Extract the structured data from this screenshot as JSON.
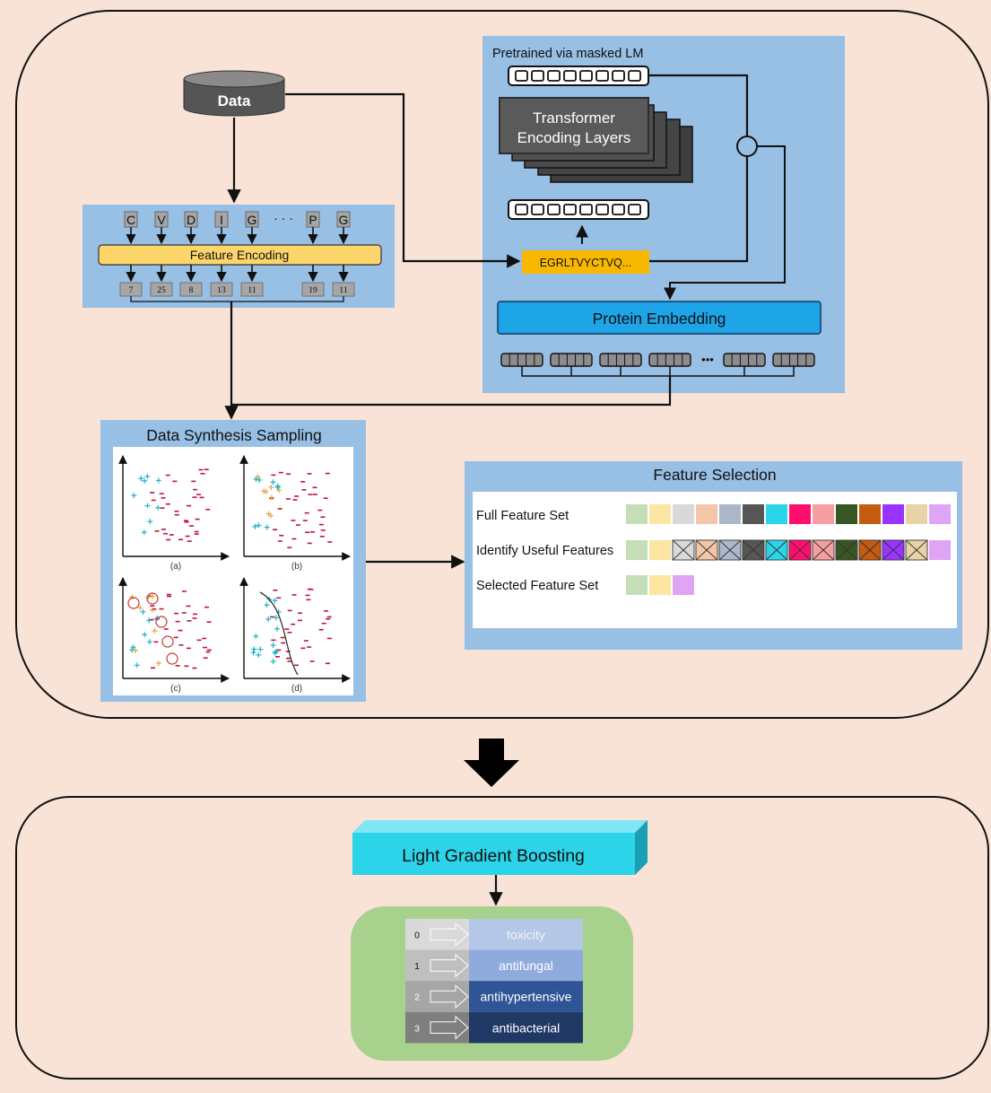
{
  "colors": {
    "background": "#f9e3d6",
    "panel_blue": "#98bfe4",
    "arrow": "#111111",
    "feature_encoding": "#fcd66a",
    "sequence_box": "#f9b800",
    "protein_embedding": "#1ea5e8",
    "lgbm": "#2cd4ea",
    "output_panel": "#a8d18e"
  },
  "data_source": {
    "label": "Data",
    "icon": "database-icon"
  },
  "pretrained": {
    "title": "Pretrained via masked LM",
    "transformer_line1": "Transformer",
    "transformer_line2": "Encoding Layers",
    "sequence": "EGRLTVYCTVQ...",
    "combine_icon": "circle-combine-icon"
  },
  "feature_encoding": {
    "label": "Feature Encoding",
    "amino_acids": [
      "C",
      "V",
      "D",
      "I",
      "G",
      "P",
      "G"
    ],
    "ellipsis": "· · ·",
    "encoded_values": [
      "7",
      "25",
      "8",
      "13",
      "11",
      "19",
      "11"
    ]
  },
  "protein_embedding": {
    "label": "Protein Embedding",
    "ellipsis": "•••"
  },
  "sampling": {
    "title": "Data Synthesis Sampling",
    "subplot_labels": [
      "(a)",
      "(b)",
      "(c)",
      "(d)"
    ]
  },
  "feature_selection": {
    "title": "Feature Selection",
    "rows": [
      {
        "label": "Full Feature Set"
      },
      {
        "label": "Identify Useful Features"
      },
      {
        "label": "Selected Feature Set"
      }
    ],
    "feature_colors": [
      "#c4dfb8",
      "#fce6a2",
      "#d9d9d9",
      "#f4c6a9",
      "#acb8ca",
      "#565656",
      "#2cd4ea",
      "#ff0f6d",
      "#f79fa0",
      "#375623",
      "#c55a11",
      "#9933ff",
      "#e8d2a6",
      "#dfa4f4"
    ],
    "useful_mask": [
      true,
      true,
      false,
      false,
      false,
      false,
      false,
      false,
      false,
      false,
      false,
      false,
      false,
      true
    ]
  },
  "model": {
    "label": "Light Gradient Boosting"
  },
  "outputs": [
    {
      "index": "0",
      "label": "toxicity",
      "index_color": "#d9d9d9",
      "label_color": "#b4c7e7",
      "arrow_color": "#d9d9d9"
    },
    {
      "index": "1",
      "label": "antifungal",
      "index_color": "#bfbfbf",
      "label_color": "#8faadc",
      "arrow_color": "#bfbfbf"
    },
    {
      "index": "2",
      "label": "antihypertensive",
      "index_color": "#a6a6a6",
      "label_color": "#2f5597",
      "arrow_color": "#a6a6a6"
    },
    {
      "index": "3",
      "label": "antibacterial",
      "index_color": "#7f7f7f",
      "label_color": "#203864",
      "arrow_color": "#7f7f7f"
    }
  ]
}
